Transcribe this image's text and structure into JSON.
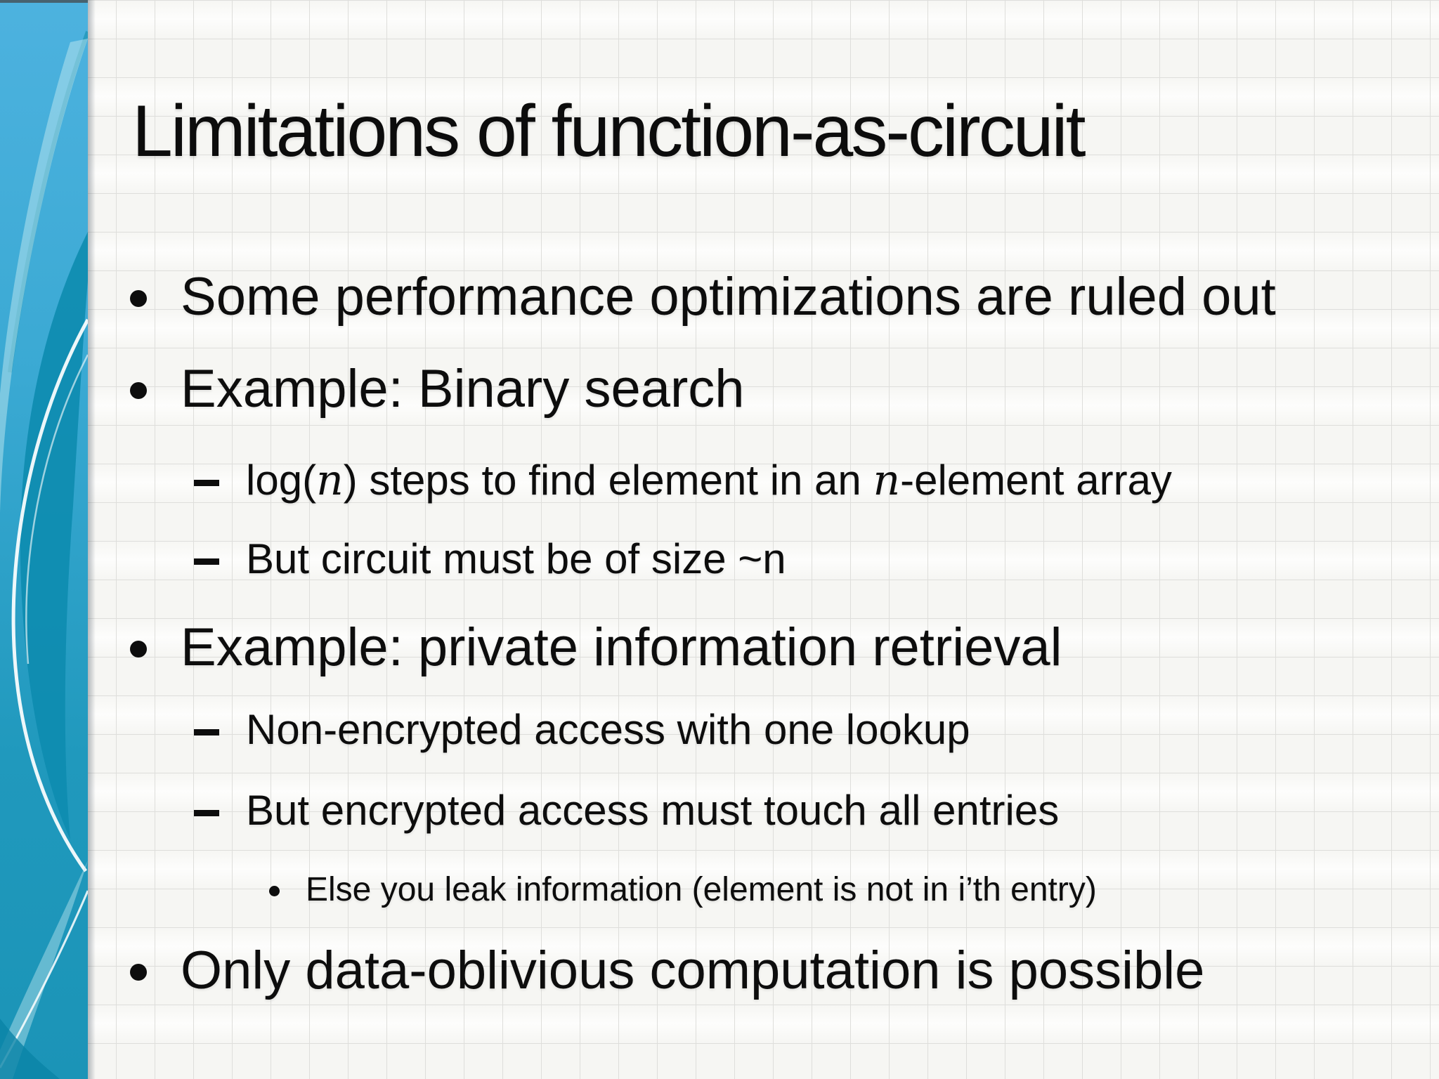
{
  "slide": {
    "title": "Limitations of function-as-circuit",
    "bullets": [
      {
        "level": 1,
        "text": "Some performance optimizations are ruled out"
      },
      {
        "level": 1,
        "text": "Example: Binary search"
      },
      {
        "level": 2,
        "segments": [
          {
            "text": "log("
          },
          {
            "text": "n",
            "style": "math-italic"
          },
          {
            "text": ") steps to find element in an "
          },
          {
            "text": "n",
            "style": "math-italic"
          },
          {
            "text": "-element array"
          }
        ]
      },
      {
        "level": 2,
        "text": "But circuit must be of size ~n"
      },
      {
        "level": 1,
        "text": "Example: private information retrieval"
      },
      {
        "level": 2,
        "text": "Non-encrypted access with one lookup"
      },
      {
        "level": 2,
        "text": "But encrypted access must touch all entries"
      },
      {
        "level": 3,
        "text": "Else you leak information (element is not in i’th entry)"
      },
      {
        "level": 1,
        "text": "Only data-oblivious computation is possible"
      }
    ]
  },
  "theme": {
    "text_color": "#0d0d0d",
    "background_color": "#fbfbf9",
    "grid_line_color": "#dededb",
    "sidebar_top_color": "#4db2df",
    "sidebar_bottom_color": "#1a94b7",
    "sidebar_dark_accent": "#0e8cb0",
    "sidebar_arc_color": "#ffffff"
  }
}
